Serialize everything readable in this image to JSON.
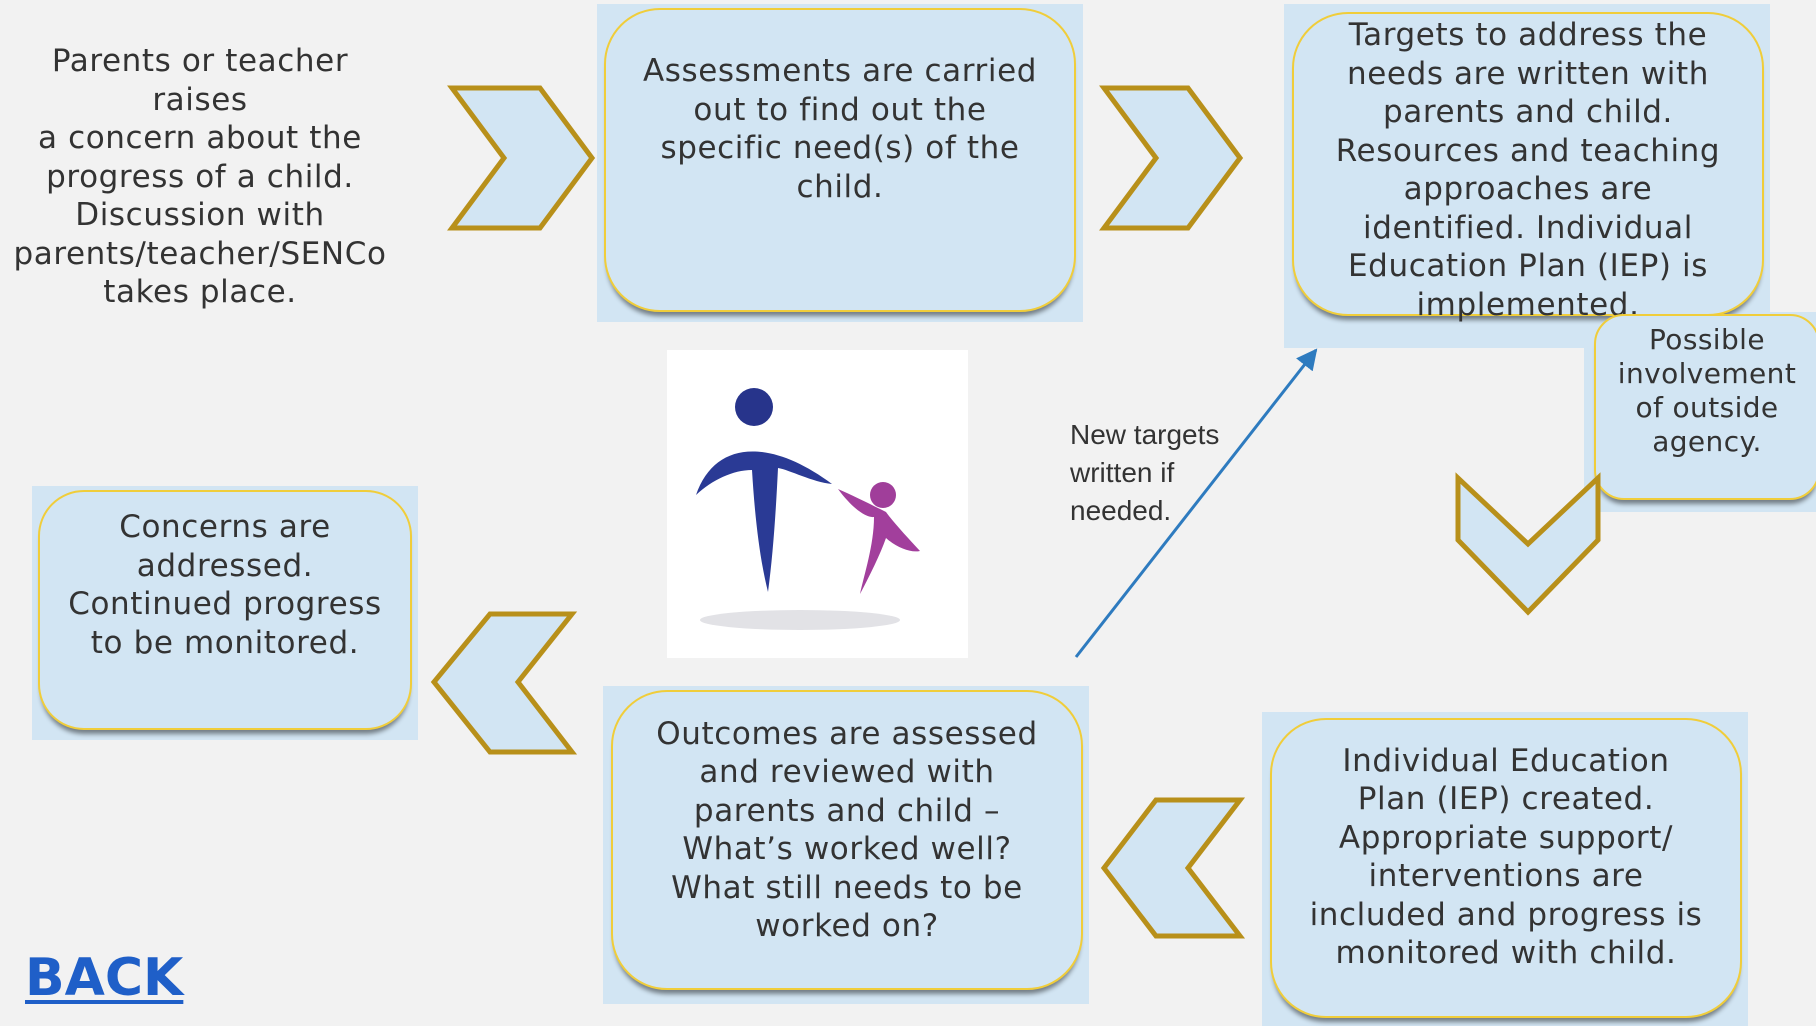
{
  "steps": {
    "concern": "Parents or teacher raises\na concern about the\nprogress of a child.\nDiscussion with\nparents/teacher/SENCo\ntakes place.",
    "assessment": "Assessments are carried\nout to find out the\nspecific need(s) of the\nchild.",
    "targets": "Targets to address the\nneeds are written with\nparents and child.\nResources and teaching\napproaches are\nidentified. Individual\nEducation Plan (IEP) is\nimplemented.",
    "outside_agency": "Possible\ninvolvement\nof outside\nagency.",
    "iep_created": "Individual Education\nPlan (IEP) created.\nAppropriate support/\ninterventions are\nincluded and progress is\nmonitored with child.",
    "outcomes": "Outcomes are assessed\nand reviewed with\nparents and child –\nWhat’s worked well?\nWhat still needs to be\nworked on?",
    "addressed": "Concerns are\naddressed.\nContinued progress\nto be monitored."
  },
  "new_targets_note": "New targets\nwritten if\nneeded.",
  "back_link": "BACK",
  "colors": {
    "box_fill": "#d2e5f3",
    "box_border": "#f0cd3a",
    "chevron_stroke": "#b8901a",
    "arrow": "#2e7bbf",
    "link": "#1f5fc8",
    "logo_adult": "#27348b",
    "logo_child": "#a03e9a"
  },
  "icons": [
    "chevron-right-icon",
    "chevron-down-icon",
    "chevron-left-icon",
    "arrow-icon",
    "parent-child-logo"
  ]
}
